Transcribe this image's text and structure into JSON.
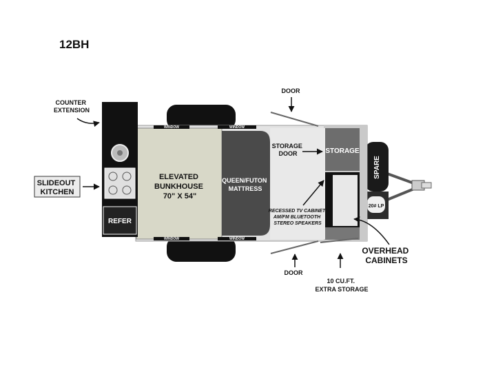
{
  "model": "12BH",
  "labels": {
    "counter_extension": [
      "COUNTER",
      "EXTENSION"
    ],
    "slideout_kitchen": [
      "SLIDEOUT",
      "KITCHEN"
    ],
    "refer": "REFER",
    "elevated_bunkhouse": [
      "ELEVATED",
      "BUNKHOUSE",
      "70\" X 54\""
    ],
    "queen_futon": [
      "QUEEN/FUTON",
      "MATTRESS"
    ],
    "door": "DOOR",
    "storage_door": [
      "STORAGE",
      "DOOR"
    ],
    "storage": "STORAGE",
    "spare": "SPARE",
    "lp": "20# LP",
    "recessed_tv": [
      "RECESSED TV CABINET",
      "AM/FM BLUETOOTH",
      "STEREO SPEAKERS"
    ],
    "overhead_cabinets": [
      "OVERHEAD",
      "CABINETS"
    ],
    "extra_storage": [
      "10 CU.FT.",
      "EXTRA STORAGE"
    ],
    "window": "WINDOW"
  }
}
